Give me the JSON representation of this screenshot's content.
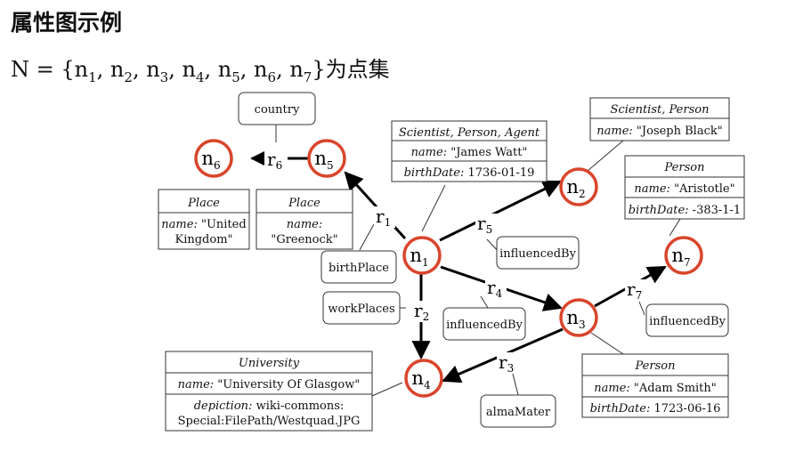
{
  "title": "属性图示例",
  "formula": {
    "prefix": "N = {",
    "nodes": [
      "1",
      "2",
      "3",
      "4",
      "5",
      "6",
      "7"
    ],
    "suffix": "}为点集"
  },
  "colors": {
    "node_border": "#d9452b",
    "edge": "#000000",
    "box_border": "#333333"
  },
  "nodes": [
    {
      "id": "n1",
      "label": "n",
      "sub": "1"
    },
    {
      "id": "n2",
      "label": "n",
      "sub": "2"
    },
    {
      "id": "n3",
      "label": "n",
      "sub": "3"
    },
    {
      "id": "n4",
      "label": "n",
      "sub": "4"
    },
    {
      "id": "n5",
      "label": "n",
      "sub": "5"
    },
    {
      "id": "n6",
      "label": "n",
      "sub": "6"
    },
    {
      "id": "n7",
      "label": "n",
      "sub": "7"
    }
  ],
  "edges": [
    {
      "id": "r1",
      "label": "r",
      "sub": "1",
      "from": "n1",
      "to": "n5",
      "type": "birthPlace"
    },
    {
      "id": "r2",
      "label": "r",
      "sub": "2",
      "from": "n1",
      "to": "n4",
      "type": "workPlaces"
    },
    {
      "id": "r3",
      "label": "r",
      "sub": "3",
      "from": "n3",
      "to": "n4",
      "type": "almaMater"
    },
    {
      "id": "r4",
      "label": "r",
      "sub": "4",
      "from": "n1",
      "to": "n3",
      "type": "influencedBy"
    },
    {
      "id": "r5",
      "label": "r",
      "sub": "5",
      "from": "n1",
      "to": "n2",
      "type": "influencedBy"
    },
    {
      "id": "r6",
      "label": "r",
      "sub": "6",
      "from": "n5",
      "to": "n6",
      "type": "country"
    },
    {
      "id": "r7",
      "label": "r",
      "sub": "7",
      "from": "n3",
      "to": "n7",
      "type": "influencedBy"
    }
  ],
  "property_boxes": {
    "n1": {
      "header": "Scientist, Person, Agent",
      "rows": [
        {
          "key": "name:",
          "value": "\"James Watt\""
        },
        {
          "key": "birthDate:",
          "value": "1736-01-19"
        }
      ]
    },
    "n2": {
      "header": "Scientist, Person",
      "rows": [
        {
          "key": "name:",
          "value": "\"Joseph Black\""
        }
      ]
    },
    "n3": {
      "header": "Person",
      "rows": [
        {
          "key": "name:",
          "value": "\"Adam Smith\""
        },
        {
          "key": "birthDate:",
          "value": "1723-06-16"
        }
      ]
    },
    "n4": {
      "header": "University",
      "rows": [
        {
          "key": "name:",
          "value": "\"University Of Glasgow\""
        },
        {
          "key": "depiction:",
          "value": "wiki-commons:",
          "value2": "Special:FilePath/Westquad.JPG"
        }
      ]
    },
    "n5": {
      "header": "Place",
      "rows": [
        {
          "key": "name:",
          "value2": "\"Greenock\""
        }
      ]
    },
    "n6": {
      "header": "Place",
      "rows": [
        {
          "key": "name:",
          "value": "\"United",
          "value2": "Kingdom\""
        }
      ]
    },
    "n7": {
      "header": "Person",
      "rows": [
        {
          "key": "name:",
          "value": "\"Aristotle\""
        },
        {
          "key": "birthDate:",
          "value": "-383-1-1"
        }
      ]
    }
  }
}
